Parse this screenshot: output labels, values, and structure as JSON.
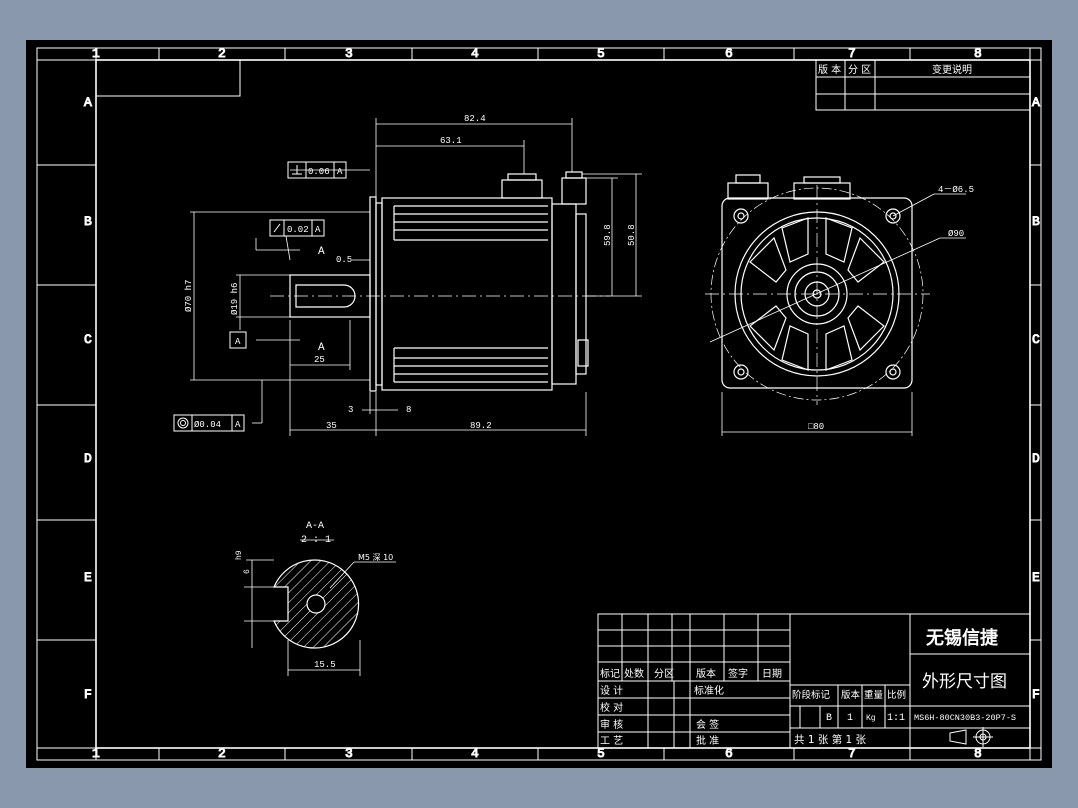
{
  "sheet": {
    "cols": [
      "1",
      "2",
      "3",
      "4",
      "5",
      "6",
      "7",
      "8"
    ],
    "rows": [
      "A",
      "B",
      "C",
      "D",
      "E",
      "F"
    ]
  },
  "revision_table": {
    "headers": [
      "版 本",
      "分 区",
      "变更说明"
    ]
  },
  "side_view": {
    "dim_overall": "82.4",
    "dim_flange_to_connector": "63.1",
    "perp_tolerance": "0.06",
    "runout_tolerance": "0.02",
    "datum": "A",
    "section_label": "A",
    "dim_0_5": "0.5",
    "dim_spigot": "Ø70 h7",
    "dim_shaft": "Ø19 h6",
    "dim_keylength": "25",
    "dim_59_8": "59.8",
    "dim_50_8": "50.8",
    "dim_3": "3",
    "dim_8": "8",
    "dim_shaft_len": "35",
    "dim_body_len": "89.2",
    "concentricity": "Ø0.04"
  },
  "front_view": {
    "holes": "4－Ø6.5",
    "pcd": "Ø90",
    "square": "□80"
  },
  "section_view": {
    "title": "A-A",
    "scale": "2 : 1",
    "dim_6": "6",
    "dim_h9": "h9",
    "thread": "M5 深 10",
    "dim_15_5": "15.5"
  },
  "title_block": {
    "company": "无锡信捷",
    "drawing_title": "外形尺寸图",
    "part_number": "MS6H-80CN30B3-20P7-S",
    "labels": {
      "mark": "标记",
      "count": "处数",
      "zone": "分区",
      "version": "版本",
      "sign": "签字",
      "date": "日期",
      "design": "设 计",
      "standard": "标准化",
      "check": "校 对",
      "audit": "审 核",
      "cosign": "会 签",
      "process": "工 艺",
      "approve": "批 准",
      "stage_mark": "阶段标记",
      "version2": "版本",
      "weight": "重量",
      "scale": "比例"
    },
    "values": {
      "stage": "B",
      "version": "1",
      "weight": "Kg",
      "scale": "1:1"
    },
    "sheets_text": "共 1 张 第 1 张"
  },
  "colors": {
    "background": "#8a98ad",
    "paper": "#000000",
    "line": "#ffffff"
  }
}
